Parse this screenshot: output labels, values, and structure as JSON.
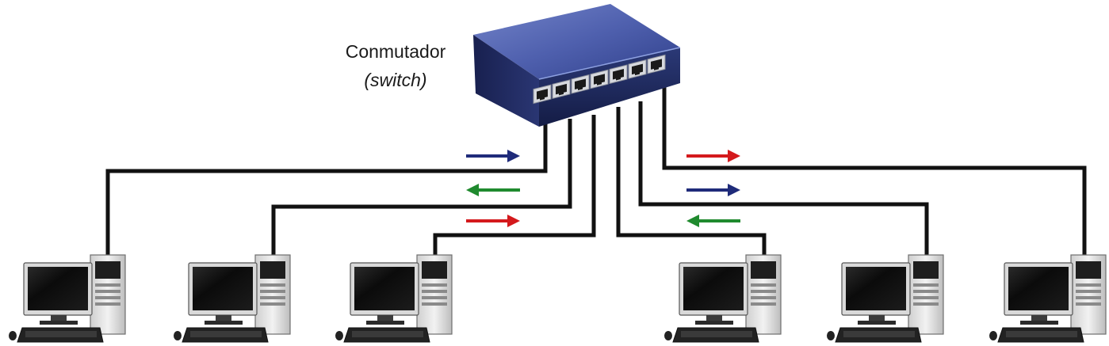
{
  "switch": {
    "label": "Conmutador",
    "sublabel": "(switch)",
    "ports": 7
  },
  "computers": [
    {
      "id": "pc-1"
    },
    {
      "id": "pc-2"
    },
    {
      "id": "pc-3"
    },
    {
      "id": "pc-4"
    },
    {
      "id": "pc-5"
    },
    {
      "id": "pc-6"
    }
  ],
  "arrows": [
    {
      "side": "left",
      "direction": "right",
      "color": "#1f2b7a"
    },
    {
      "side": "left",
      "direction": "left",
      "color": "#1f8a2e"
    },
    {
      "side": "left",
      "direction": "right",
      "color": "#d4191c"
    },
    {
      "side": "right",
      "direction": "right",
      "color": "#d4191c"
    },
    {
      "side": "right",
      "direction": "right",
      "color": "#1f2b7a"
    },
    {
      "side": "right",
      "direction": "left",
      "color": "#1f8a2e"
    }
  ],
  "colors": {
    "switch_top": "#5566b4",
    "switch_front": "#1f2a5e",
    "cable": "#111111",
    "screen": "#0d0d0d",
    "pc_body": "#e9e9e9"
  }
}
